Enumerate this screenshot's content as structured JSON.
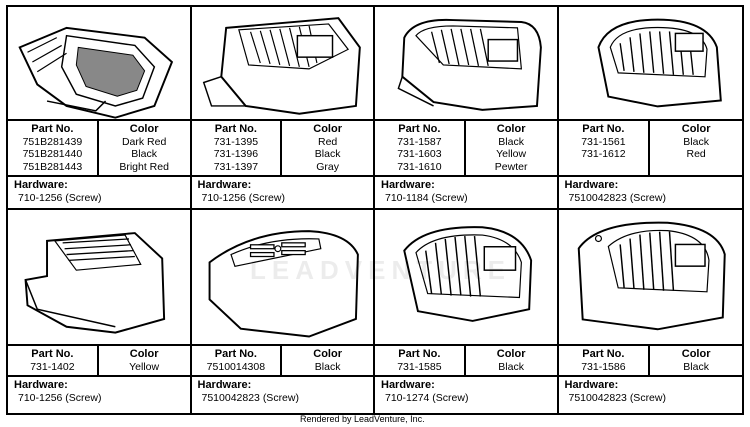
{
  "cells": [
    {
      "part_header": "Part No.",
      "color_header": "Color",
      "parts": [
        "751B281439",
        "751B281440",
        "751B281443"
      ],
      "colors": [
        "Dark Red",
        "Black",
        "Bright Red"
      ],
      "hardware_header": "Hardware:",
      "hardware": "710-1256 (Screw)"
    },
    {
      "part_header": "Part No.",
      "color_header": "Color",
      "parts": [
        "731-1395",
        "731-1396",
        "731-1397"
      ],
      "colors": [
        "Red",
        "Black",
        "Gray"
      ],
      "hardware_header": "Hardware:",
      "hardware": "710-1256 (Screw)"
    },
    {
      "part_header": "Part No.",
      "color_header": "Color",
      "parts": [
        "731-1587",
        "731-1603",
        "731-1610"
      ],
      "colors": [
        "Black",
        "Yellow",
        "Pewter"
      ],
      "hardware_header": "Hardware:",
      "hardware": "710-1184 (Screw)"
    },
    {
      "part_header": "Part No.",
      "color_header": "Color",
      "parts": [
        "731-1561",
        "731-1612",
        ""
      ],
      "colors": [
        "Black",
        "Red",
        ""
      ],
      "hardware_header": "Hardware:",
      "hardware": "7510042823 (Screw)"
    },
    {
      "part_header": "Part No.",
      "color_header": "Color",
      "parts": [
        "731-1402"
      ],
      "colors": [
        "Yellow"
      ],
      "hardware_header": "Hardware:",
      "hardware": "710-1256 (Screw)"
    },
    {
      "part_header": "Part No.",
      "color_header": "Color",
      "parts": [
        "7510014308"
      ],
      "colors": [
        "Black"
      ],
      "hardware_header": "Hardware:",
      "hardware": "7510042823 (Screw)"
    },
    {
      "part_header": "Part No.",
      "color_header": "Color",
      "parts": [
        "731-1585"
      ],
      "colors": [
        "Black"
      ],
      "hardware_header": "Hardware:",
      "hardware": "710-1274 (Screw)"
    },
    {
      "part_header": "Part No.",
      "color_header": "Color",
      "parts": [
        "731-1586"
      ],
      "colors": [
        "Black"
      ],
      "hardware_header": "Hardware:",
      "hardware": "7510042823 (Screw)"
    }
  ],
  "watermark_center": "LEADVENTURE",
  "footer": "Rendered by LeadVenture, Inc."
}
